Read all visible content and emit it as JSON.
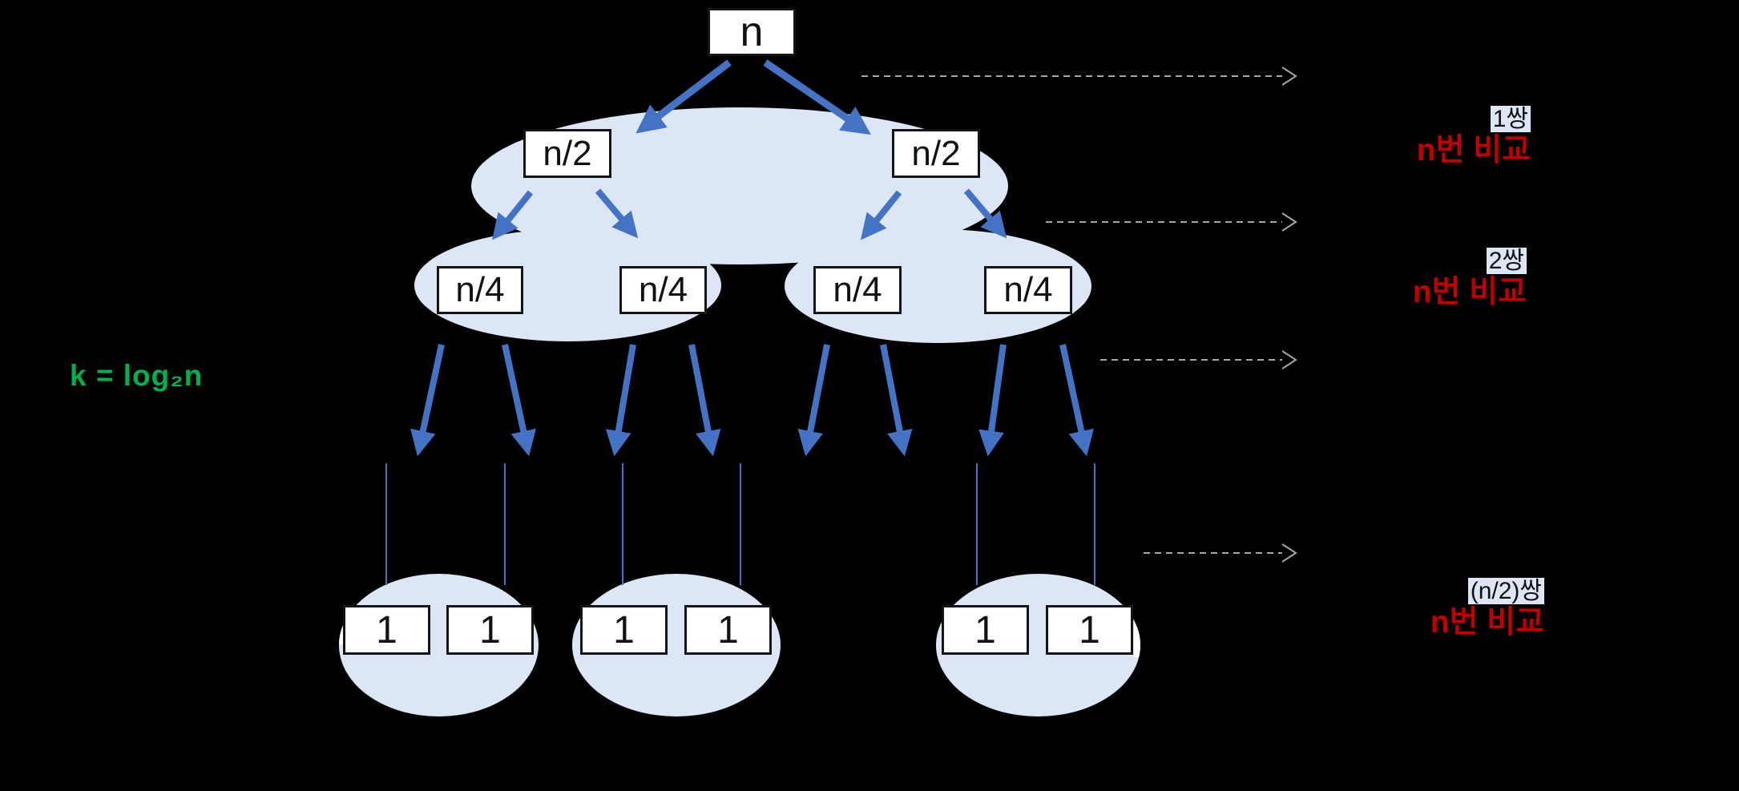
{
  "diagram": {
    "root": "n",
    "level1": [
      "n/2",
      "n/2"
    ],
    "level2": [
      "n/4",
      "n/4",
      "n/4",
      "n/4"
    ],
    "leaves": [
      "1",
      "1",
      "1",
      "1",
      "1",
      "1"
    ],
    "formula": "k = log₂n",
    "annotations": [
      {
        "pairs": "1쌍",
        "comparisons": "n번 비교"
      },
      {
        "pairs": "2쌍",
        "comparisons": "n번 비교"
      },
      {
        "pairs": "(n/2)쌍",
        "comparisons": "n번 비교"
      }
    ],
    "colors": {
      "background": "#000000",
      "arrow_blue": "#4472C4",
      "ellipse_fill": "#DCE6F4",
      "comparison_red": "#C00000",
      "formula_green": "#00B050",
      "dashed_gray": "#A6A6A6",
      "node_fill": "#FFFFFF",
      "node_border": "#141414"
    }
  }
}
